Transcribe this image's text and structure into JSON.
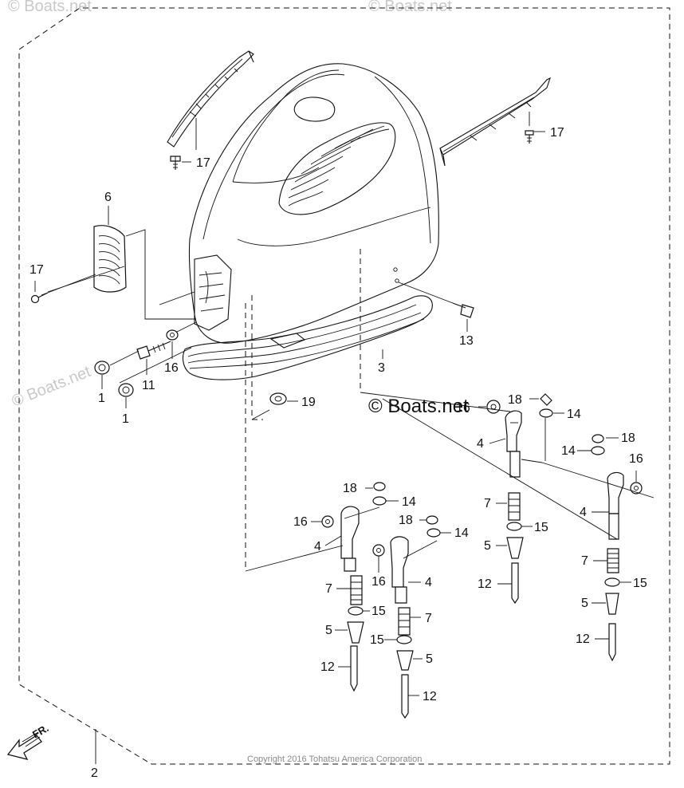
{
  "diagram": {
    "copyright": "Copyright 2016 Tohatsu America Corporation",
    "watermark_main": "© Boats.net",
    "watermark_faint": "© Boats.net",
    "front_arrow_label": "FR.",
    "callouts": {
      "c17a": "17",
      "c17b": "17",
      "c17c": "17",
      "c6": "6",
      "c1a": "1",
      "c1b": "1",
      "c11": "11",
      "c16a": "16",
      "c13": "13",
      "c3": "3",
      "c19": "19",
      "c16b": "16",
      "c18a": "18",
      "c14a": "14",
      "c4a": "4",
      "c18b": "18",
      "c14b": "14",
      "c16c": "16",
      "c4b": "4",
      "c7a": "7",
      "c15a": "15",
      "c5a": "5",
      "c12a": "12",
      "c7b": "7",
      "c15b": "15",
      "c5b": "5",
      "c12b": "12",
      "c18c": "18",
      "c14c": "14",
      "c16d": "16",
      "c4c": "4",
      "c7c": "7",
      "c15c": "15",
      "c5c": "5",
      "c12c": "12",
      "c18d": "18",
      "c14d": "14",
      "c16e": "16",
      "c4d": "4",
      "c7d": "7",
      "c15d": "15",
      "c5d": "5",
      "c12d": "12",
      "c2": "2"
    }
  }
}
